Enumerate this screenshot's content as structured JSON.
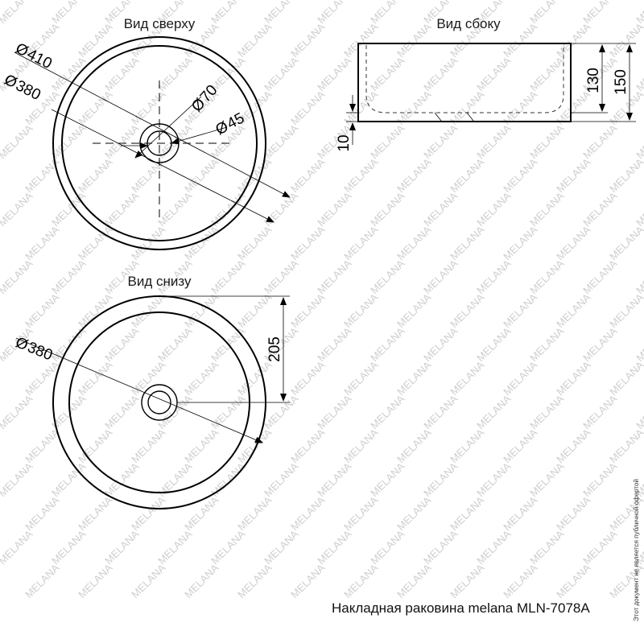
{
  "views": {
    "top_title": "Вид сверху",
    "side_title": "Вид сбоку",
    "bottom_title": "Вид снизу"
  },
  "dimensions": {
    "top_outer_diameter": "410",
    "top_inner_diameter": "380",
    "drain_outer_diameter": "70",
    "drain_inner_diameter": "45",
    "side_inner_height": "130",
    "side_total_height": "150",
    "side_base_thickness": "10",
    "bottom_diameter": "380",
    "bottom_offset": "205"
  },
  "symbols": {
    "diameter": "Ø"
  },
  "watermark": "MELANA",
  "caption": "Накладная раковина melana MLN-7078A",
  "disclaimer": "Этот документ не является публичной офертой"
}
